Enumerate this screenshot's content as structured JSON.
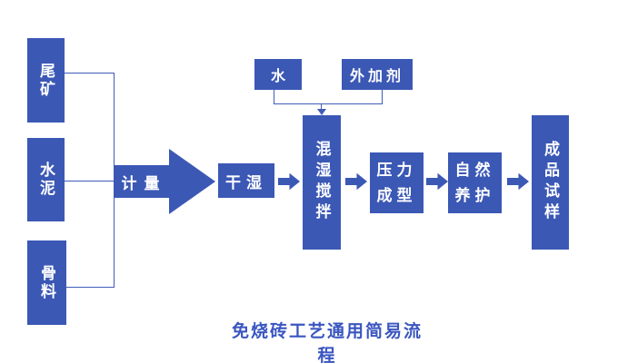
{
  "title": "免烧砖工艺通用简易流程",
  "colors": {
    "box_fill": "#3B58B5",
    "box_text": "#FFFFFF",
    "line": "#3F5CB8",
    "title": "#3A56C0",
    "background": "#FFFFFF"
  },
  "flowchart": {
    "inputs": [
      {
        "label": "尾矿"
      },
      {
        "label": "水泥"
      },
      {
        "label": "骨料"
      }
    ],
    "top_inputs": [
      {
        "label": "水"
      },
      {
        "label": "外加剂"
      }
    ],
    "metering_label": "计量",
    "steps": {
      "drywet": "干湿",
      "wet_mixing": "混湿搅拌",
      "press_forming": [
        "压力",
        "成型"
      ],
      "natural_curing": [
        "自然",
        "养护"
      ],
      "product_sample": "成品试样"
    }
  }
}
